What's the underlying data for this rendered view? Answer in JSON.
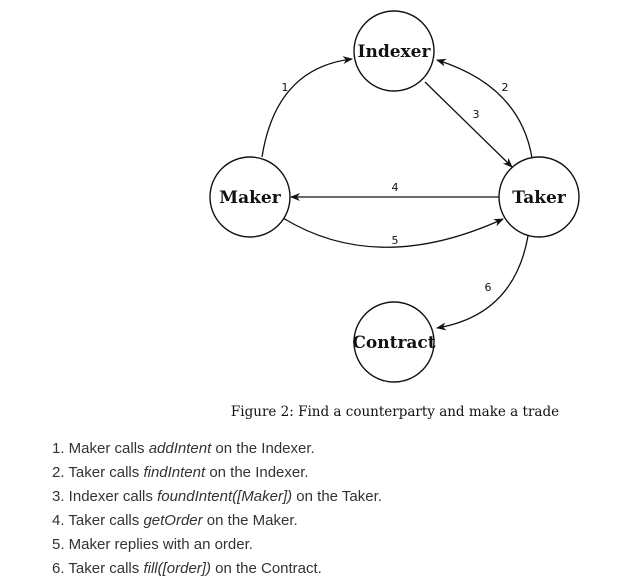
{
  "diagram": {
    "nodes": {
      "indexer": "Indexer",
      "maker": "Maker",
      "taker": "Taker",
      "contract": "Contract"
    },
    "edges": [
      {
        "label": "1",
        "from": "Maker",
        "to": "Indexer"
      },
      {
        "label": "2",
        "from": "Taker",
        "to": "Indexer"
      },
      {
        "label": "3",
        "from": "Indexer",
        "to": "Taker"
      },
      {
        "label": "4",
        "from": "Taker",
        "to": "Maker"
      },
      {
        "label": "5",
        "from": "Maker",
        "to": "Taker"
      },
      {
        "label": "6",
        "from": "Taker",
        "to": "Contract"
      }
    ],
    "caption": "Figure 2: Find a counterparty and make a trade"
  },
  "steps": [
    {
      "number": "1.",
      "pre": " Maker calls ",
      "code": "addIntent",
      "post": " on the Indexer."
    },
    {
      "number": "2.",
      "pre": " Taker calls ",
      "code": "findIntent",
      "post": " on the Indexer."
    },
    {
      "number": "3.",
      "pre": " Indexer calls ",
      "code": "foundIntent([Maker])",
      "post": " on the Taker."
    },
    {
      "number": "4.",
      "pre": " Taker calls ",
      "code": "getOrder",
      "post": " on the Maker."
    },
    {
      "number": "5.",
      "pre": " Maker replies with an order.",
      "code": "",
      "post": ""
    },
    {
      "number": "6.",
      "pre": " Taker calls ",
      "code": "fill([order])",
      "post": " on the Contract."
    }
  ],
  "colors": {
    "stroke": "#111111",
    "list_text": "#333333",
    "background": "#ffffff"
  }
}
